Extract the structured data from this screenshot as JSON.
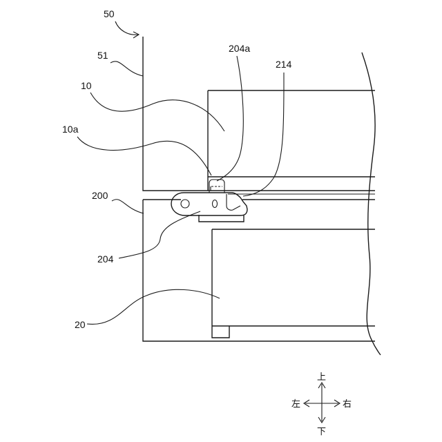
{
  "labels": {
    "l50": "50",
    "l51": "51",
    "l204a": "204a",
    "l214": "214",
    "l10": "10",
    "l10a": "10a",
    "l200": "200",
    "l204": "204",
    "l20": "20"
  },
  "directions": {
    "up": "上",
    "down": "下",
    "left": "左",
    "right": "右"
  }
}
